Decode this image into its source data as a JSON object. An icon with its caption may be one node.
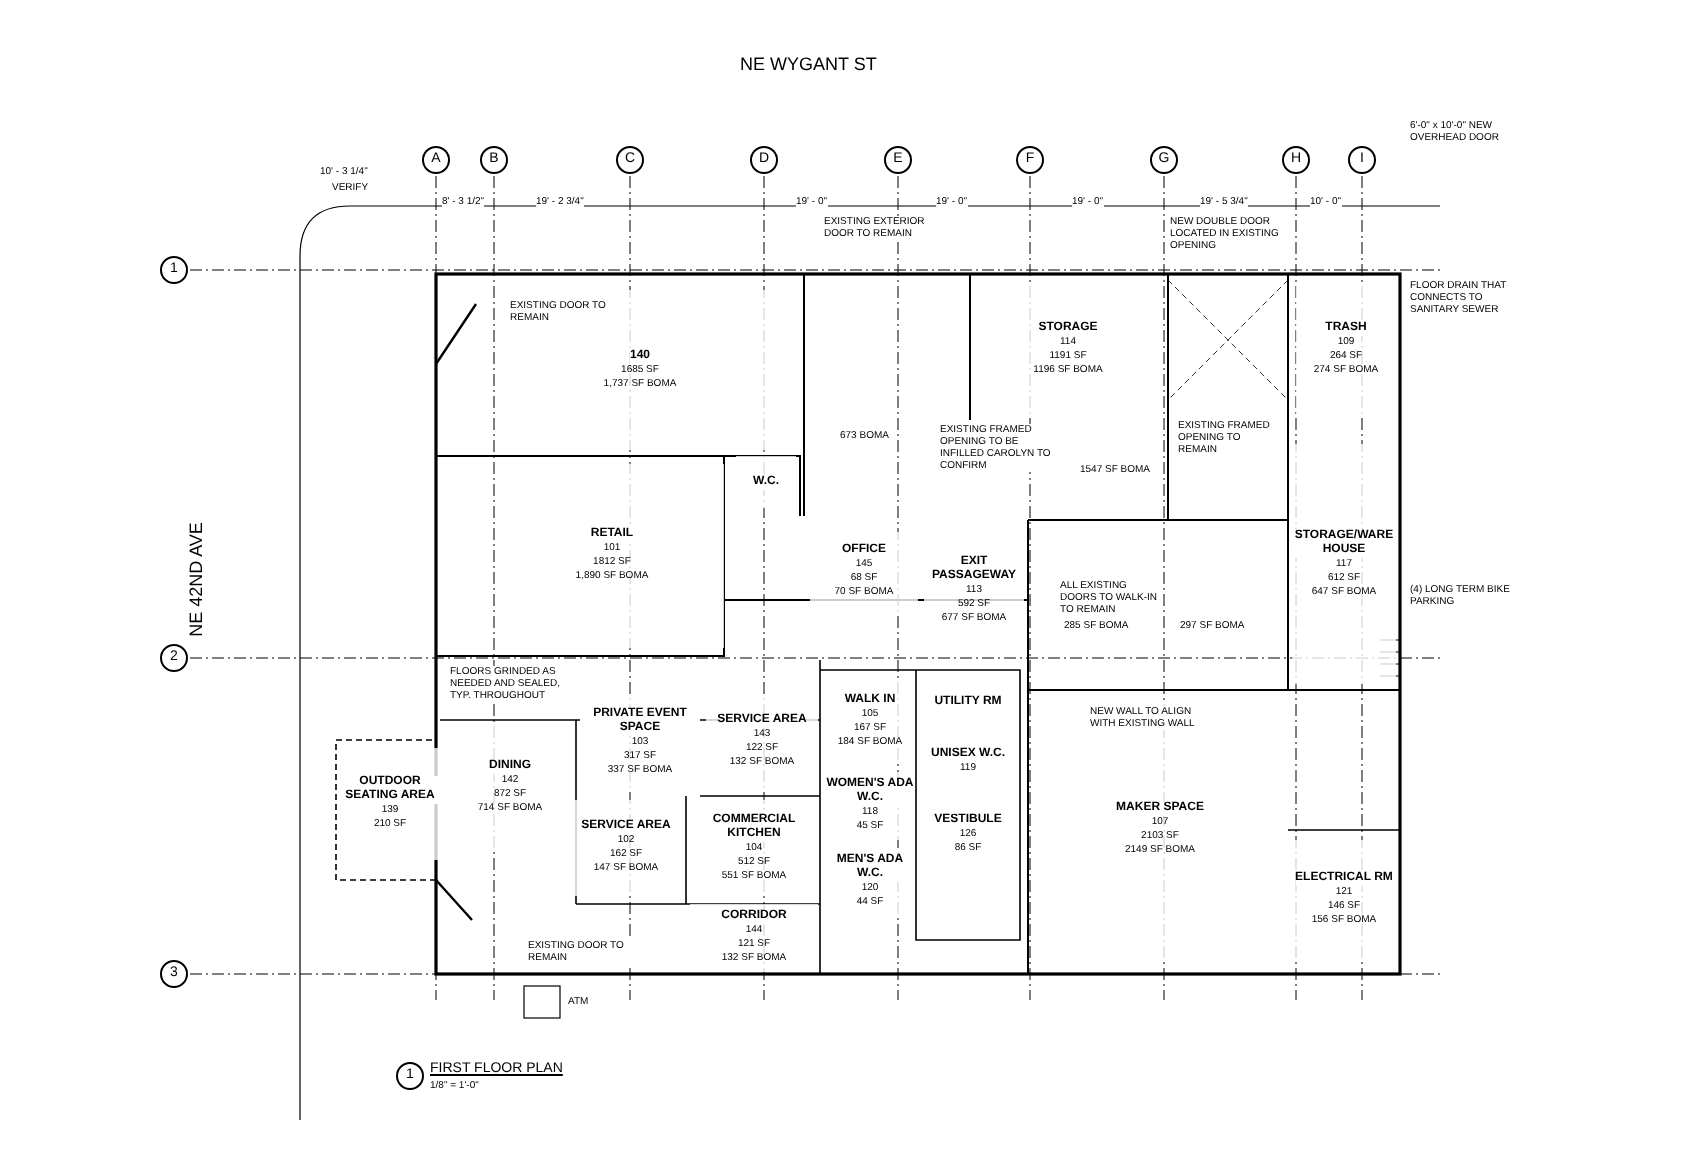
{
  "diagram": {
    "title": "NE WYGANT ST",
    "nodes": [
      {
        "text": [
          "140",
          "1685 SF",
          "1,737 SF BOMA"
        ]
      },
      {
        "text": [
          "STORAGE",
          "114",
          "1191 SF",
          "1196 SF BOMA"
        ]
      },
      {
        "text": [
          "TRASH",
          "109",
          "264 SF",
          "274 SF BOMA"
        ]
      },
      {
        "text": [
          "W.C."
        ]
      },
      {
        "text": [
          "RETAIL",
          "101",
          "1812 SF",
          "1,890 SF BOMA"
        ]
      },
      {
        "text": [
          "OFFICE",
          "145",
          "68 SF",
          "70 SF BOMA"
        ]
      },
      {
        "text": [
          "EXIT PASSAGEWAY",
          "113",
          "592 SF",
          "677 SF BOMA"
        ]
      },
      {
        "text": [
          "STORAGE/WAREHOUSE",
          "117",
          "612 SF",
          "647 SF BOMA"
        ]
      },
      {
        "text": [
          "WALK IN",
          "105",
          "167 SF",
          "184 SF BOMA"
        ]
      },
      {
        "text": [
          "UTILITY RM"
        ]
      },
      {
        "text": [
          "OUTDOOR SEATING AREA",
          "139",
          "210 SF"
        ]
      },
      {
        "text": [
          "PRIVATE EVENT SPACE",
          "103",
          "317 SF",
          "337 SF BOMA"
        ]
      },
      {
        "text": [
          "SERVICE AREA",
          "143",
          "122 SF",
          "132 SF BOMA"
        ]
      },
      {
        "text": [
          "DINING",
          "142",
          "872 SF",
          "714 SF BOMA"
        ]
      },
      {
        "text": [
          "WOMEN'S ADA W.C.",
          "118",
          "45 SF"
        ]
      },
      {
        "text": [
          "UNISEX W.C.",
          "119"
        ]
      },
      {
        "text": [
          "SERVICE AREA",
          "102",
          "162 SF",
          "147 SF BOMA"
        ]
      },
      {
        "text": [
          "COMMERCIAL KITCHEN",
          "104",
          "512 SF",
          "551 SF BOMA"
        ]
      },
      {
        "text": [
          "MEN'S ADA W.C.",
          "120",
          "44 SF"
        ]
      },
      {
        "text": [
          "VESTIBULE",
          "126",
          "86 SF"
        ]
      },
      {
        "text": [
          "CORRIDOR",
          "144",
          "121 SF",
          "132 SF BOMA"
        ]
      },
      {
        "text": [
          "MAKER SPACE",
          "107",
          "2103 SF",
          "2149 SF BOMA"
        ]
      },
      {
        "text": [
          "ELECTRICAL RM",
          "121",
          "146 SF",
          "156 SF BOMA"
        ]
      }
    ],
    "labels": [
      "NE 42ND AVE",
      "A",
      "B",
      "C",
      "D",
      "E",
      "F",
      "G",
      "H",
      "I",
      "1",
      "2",
      "3",
      "10' - 3 1/4\"",
      "VERIFY",
      "8' - 3 1/2\"",
      "19' - 2 3/4\"",
      "19' - 0\"",
      "19' - 0\"",
      "19' - 0\"",
      "19' - 5 3/4\"",
      "10' - 0\"",
      "EXISTING DOOR TO REMAIN",
      "EXISTING EXTERIOR DOOR TO REMAIN",
      "NEW DOUBLE DOOR LOCATED IN EXISTING OPENING",
      "6'-0\" x 10'-0\" NEW OVERHEAD DOOR",
      "FLOOR DRAIN THAT CONNECTS TO SANITARY SEWER",
      "EXISTING FRAMED OPENING TO BE INFILLED CAROLYN TO CONFIRM",
      "EXISTING FRAMED OPENING TO REMAIN",
      "673 BOMA",
      "1547 SF BOMA",
      "ALL EXISTING DOORS TO WALK-IN TO REMAIN",
      "285 SF BOMA",
      "297 SF BOMA",
      "(4) LONG TERM BIKE PARKING",
      "NEW WALL TO ALIGN WITH EXISTING WALL",
      "FLOORS GRINDED AS NEEDED AND SEALED, TYP. THROUGHOUT",
      "EXISTING DOOR TO REMAIN",
      "ATM",
      "1",
      "FIRST FLOOR PLAN",
      "1/8\" = 1'-0\""
    ]
  }
}
